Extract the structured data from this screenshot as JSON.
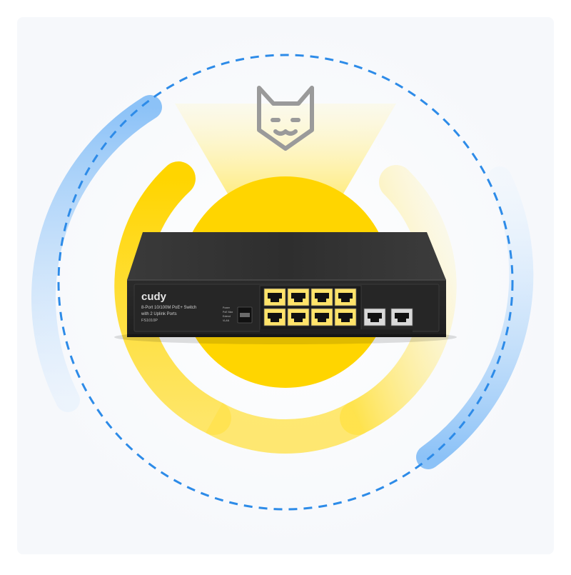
{
  "device": {
    "brand": "cudy",
    "description_line1": "8-Port 10/100M PoE+ Switch",
    "description_line2": "with 2 Uplink Ports",
    "model": "FS1010P",
    "indicator_labels": [
      "Power",
      "PoE Max",
      "Extend",
      "VLAN"
    ],
    "port_count_poe": 8,
    "port_count_uplink": 2,
    "poe_port_color": "#ffe36a",
    "uplink_port_color": "#d9d9d9"
  },
  "decor": {
    "icon": "cat-face-icon",
    "accent_yellow": "#ffd500",
    "accent_blue": "#a7d1fb",
    "dashed_blue": "#2d8be8"
  }
}
